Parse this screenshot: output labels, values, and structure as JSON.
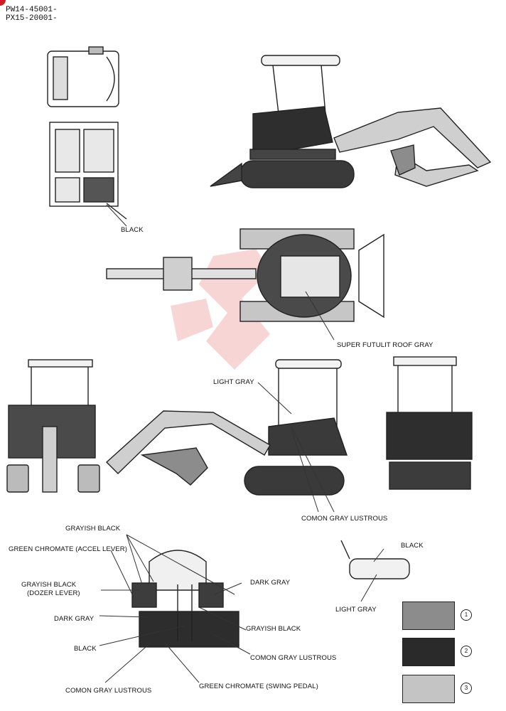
{
  "header": {
    "model_line_1": "PW14-45001-",
    "model_line_2": "PX15-20001-"
  },
  "labels": {
    "black_cab": "BLACK",
    "super_futulit": "SUPER FUTULIT ROOF GRAY",
    "light_gray_cab": "LIGHT GRAY",
    "comon_gray_lustrous_main": "COMON GRAY LUSTROUS",
    "grayish_black_top": "GRAYISH BLACK",
    "green_chromate_accel": "GREEN CHROMATE  (ACCEL LEVER)",
    "grayish_black_dozer_1": "GRAYISH BLACK",
    "grayish_black_dozer_2": "(DOZER LEVER)",
    "dark_gray_left": "DARK GRAY",
    "black_left": "BLACK",
    "comon_gray_lustrous_bottom_left": "COMON GRAY LUSTROUS",
    "green_chromate_swing": "GREEN CHROMATE  (SWING PEDAL)",
    "dark_gray_right": "DARK GRAY",
    "grayish_black_right": "GRAYISH BLACK",
    "comon_gray_lustrous_right": "COMON GRAY LUSTROUS",
    "black_tank": "BLACK",
    "light_gray_tank": "LIGHT GRAY"
  },
  "legend": [
    {
      "number": "1",
      "color": "#8c8c8c"
    },
    {
      "number": "2",
      "color": "#2a2a2a"
    },
    {
      "number": "3",
      "color": "#c4c4c4"
    }
  ],
  "colors": {
    "watermark": "#f3b4b4",
    "corner_mark": "#d41a2a"
  }
}
